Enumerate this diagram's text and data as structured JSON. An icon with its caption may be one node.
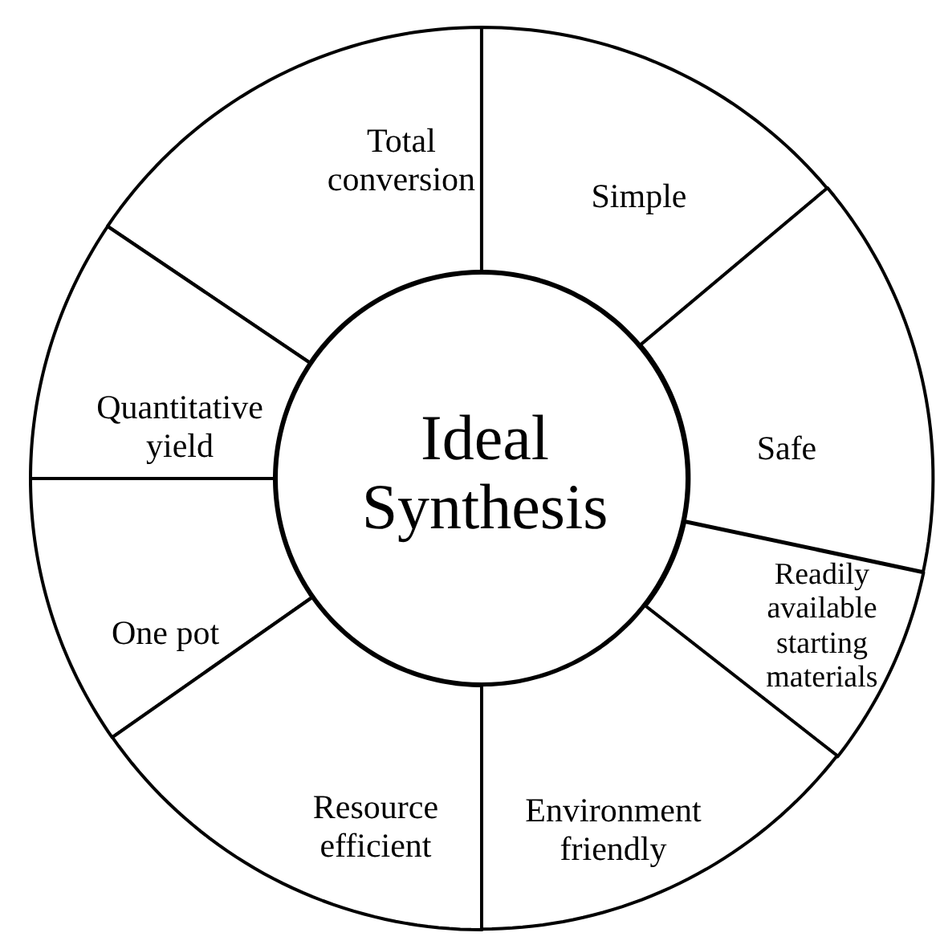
{
  "diagram": {
    "nodes": [
      {
        "text": [
          "Total conversion"
        ]
      },
      {
        "text": [
          "Simple"
        ]
      },
      {
        "text": [
          "Quantitative yield"
        ]
      },
      {
        "text": [
          "Safe"
        ]
      },
      {
        "text": [
          "Ideal Synthesis"
        ]
      },
      {
        "text": [
          "Readily available starting materials"
        ]
      },
      {
        "text": [
          "One pot"
        ]
      },
      {
        "text": [
          "Resource efficient"
        ]
      },
      {
        "text": [
          "Environment friendly"
        ]
      }
    ]
  }
}
